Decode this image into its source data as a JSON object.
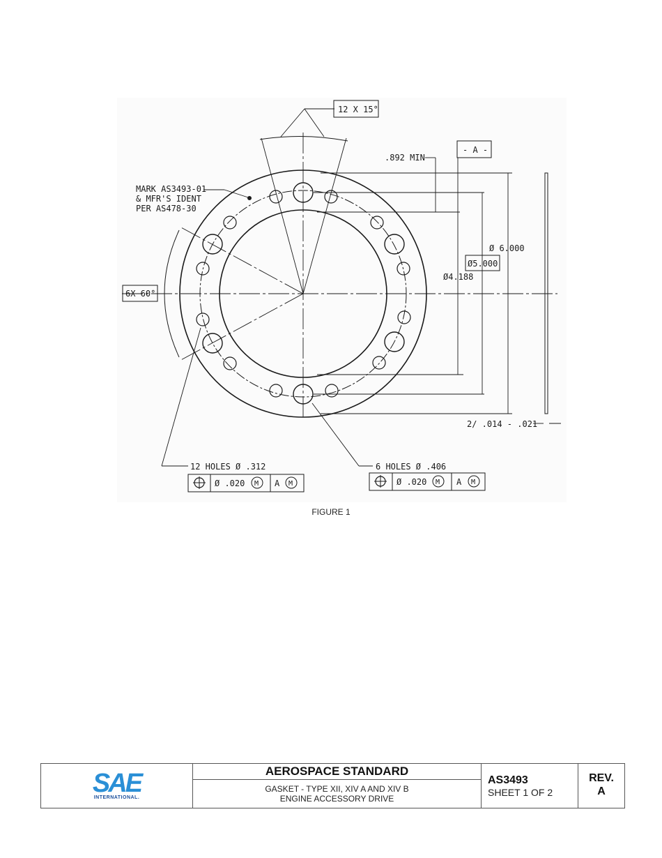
{
  "drawing": {
    "label_angle_top": "12 X 15°",
    "label_datum": "- A -",
    "label_892": ".892 MIN",
    "label_mark_lines": [
      "MARK AS3493-01",
      "& MFR'S IDENT",
      "PER AS478-30"
    ],
    "label_angle_left": "6X 60°",
    "label_dia_6000": "Ø 6.000",
    "label_dia_5000": "Ø5.000",
    "label_dia_4188": "Ø4.188",
    "label_thickness": "2/ .014 - .021",
    "holes_small": {
      "callout": "12 HOLES  Ø .312",
      "fcf_tolerance": "Ø .020",
      "fcf_modifier": "M",
      "fcf_datum": "A",
      "fcf_datum_modifier": "M"
    },
    "holes_large": {
      "callout": "6 HOLES  Ø .406",
      "fcf_tolerance": "Ø .020",
      "fcf_modifier": "M",
      "fcf_datum": "A",
      "fcf_datum_modifier": "M"
    }
  },
  "figure_caption": "FIGURE 1",
  "title_block": {
    "logo_text": "SAE",
    "logo_sub": "INTERNATIONAL.",
    "standard": "AEROSPACE STANDARD",
    "description_line1": "GASKET - TYPE XII, XIV A AND XIV B",
    "description_line2": "ENGINE ACCESSORY DRIVE",
    "doc_number": "AS3493",
    "sheet": "SHEET 1 OF 2",
    "rev_label": "REV.",
    "rev_value": "A"
  }
}
